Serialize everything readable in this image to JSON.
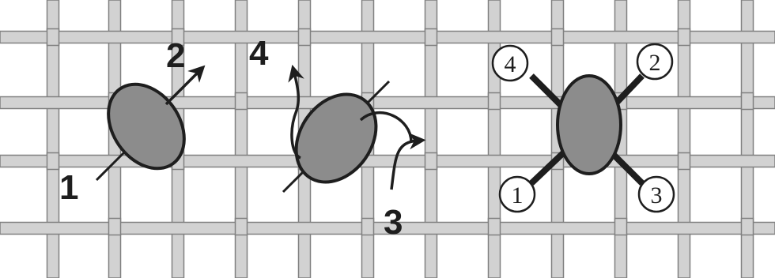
{
  "colors": {
    "background": "#ffffff",
    "thread_fill": "#d2d2d2",
    "thread_edge": "#808080",
    "stitch_fill": "#8c8c8c",
    "ink": "#1e1e1e"
  },
  "step_labels": {
    "first_stitch": {
      "one": "1",
      "two": "2"
    },
    "second_stitch": {
      "three": "3",
      "four": "4"
    },
    "finished_stitch": {
      "one": "1",
      "two": "2",
      "three": "3",
      "four": "4"
    }
  },
  "icons": {
    "arrow": "arrow-head",
    "stitch": "oval-stitch",
    "canvas": "woven-canvas-grid"
  }
}
